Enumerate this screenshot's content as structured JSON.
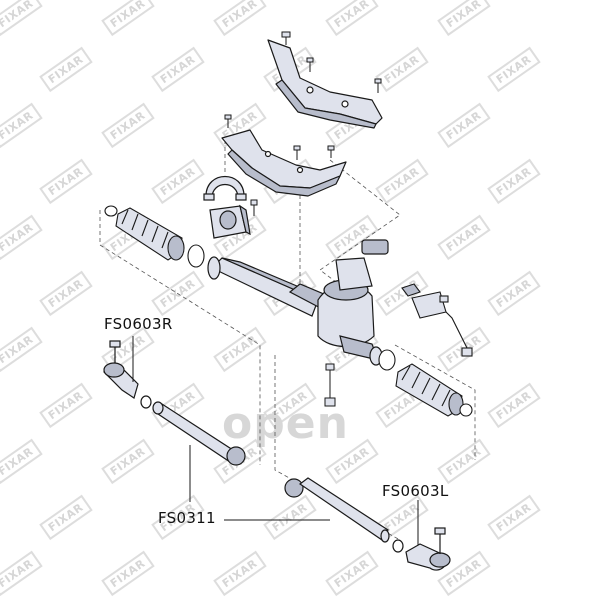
{
  "watermark": {
    "text": "FIXAR",
    "center_text": " open"
  },
  "labels": {
    "tie_rod_end_right": "FS0603R",
    "inner_tie_rod": "FS0311",
    "tie_rod_end_left": "FS0603L"
  },
  "colors": {
    "part_fill": "#dfe2ec",
    "part_shade": "#b8bdcc",
    "outline": "#1a1a1a",
    "dashes": "#555555"
  }
}
